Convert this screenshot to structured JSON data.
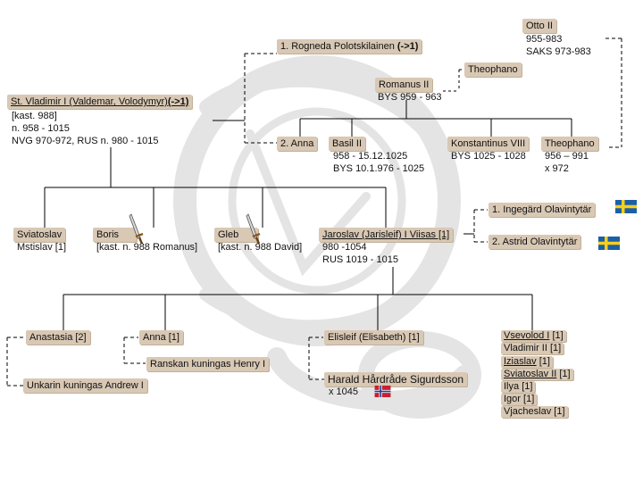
{
  "colors": {
    "label_bg": "#d8c8b4",
    "line": "#000000",
    "watermark": "#b9b9b9"
  },
  "vladimir": {
    "name": "St. Vladimir I (Valdemar, Volodymyr)",
    "marker": "(->1)",
    "lines": [
      "[kast. 988]",
      "n. 958 - 1015",
      "NVG 970-972, RUS n. 980 - 1015"
    ]
  },
  "rogneda": {
    "name": "1. Rogneda Polotskilainen",
    "marker": "(->1)"
  },
  "anna_wife": {
    "name": "2. Anna"
  },
  "otto": {
    "name": "Otto II",
    "lines": [
      "955-983",
      "SAKS 973-983"
    ]
  },
  "theophano_top": {
    "name": "Theophano"
  },
  "romanus": {
    "name": "Romanus II",
    "lines": [
      "BYS 959 - 963"
    ]
  },
  "basil": {
    "name": "Basil II",
    "lines": [
      "958 - 15.12.1025",
      "BYS 10.1.976 - 1025"
    ]
  },
  "konstantinus": {
    "name": "Konstantinus VIII",
    "lines": [
      "BYS 1025 - 1028"
    ]
  },
  "theophano_child": {
    "name": "Theophano",
    "lines": [
      "956 – 991",
      "x 972"
    ]
  },
  "sviatoslav": {
    "name": "Sviatoslav",
    "lines": [
      "Mstislav [1]"
    ]
  },
  "boris": {
    "name": "Boris",
    "lines": [
      "[kast. n. 988 Romanus]"
    ]
  },
  "gleb": {
    "name": "Gleb",
    "lines": [
      "[kast. n. 988 David]"
    ]
  },
  "jaroslav": {
    "name": "Jaroslav (Jarisleif) I Viisas [1]",
    "lines": [
      "980 -1054",
      "RUS 1019 - 1015"
    ]
  },
  "ingegard": {
    "name": "1. Ingegärd Olavintytär"
  },
  "astrid": {
    "name": "2. Astrid Olavintytär"
  },
  "anastasia": {
    "name": "Anastasia [2]"
  },
  "andrew": {
    "name": "Unkarin kuningas Andrew I"
  },
  "anna_child": {
    "name": "Anna [1]"
  },
  "henry": {
    "name": "Ranskan kuningas Henry I"
  },
  "elisleif": {
    "name": "Elisleif (Elisabeth) [1]"
  },
  "harald": {
    "name": "Harald Hårdråde Sigurdsson",
    "lines": [
      "x 1045"
    ]
  },
  "sons": [
    {
      "name": "Vsevolod I",
      "tag": "[1]"
    },
    {
      "name": "Vladimir II",
      "tag": "[1]"
    },
    {
      "name": "Iziaslav",
      "tag": "[1]"
    },
    {
      "name": "Sviatoslav II",
      "tag": "[1]"
    },
    {
      "name": "Ilya",
      "tag": "[1]"
    },
    {
      "name": "Igor",
      "tag": "[1]"
    },
    {
      "name": "Vjacheslav",
      "tag": "[1]"
    }
  ]
}
